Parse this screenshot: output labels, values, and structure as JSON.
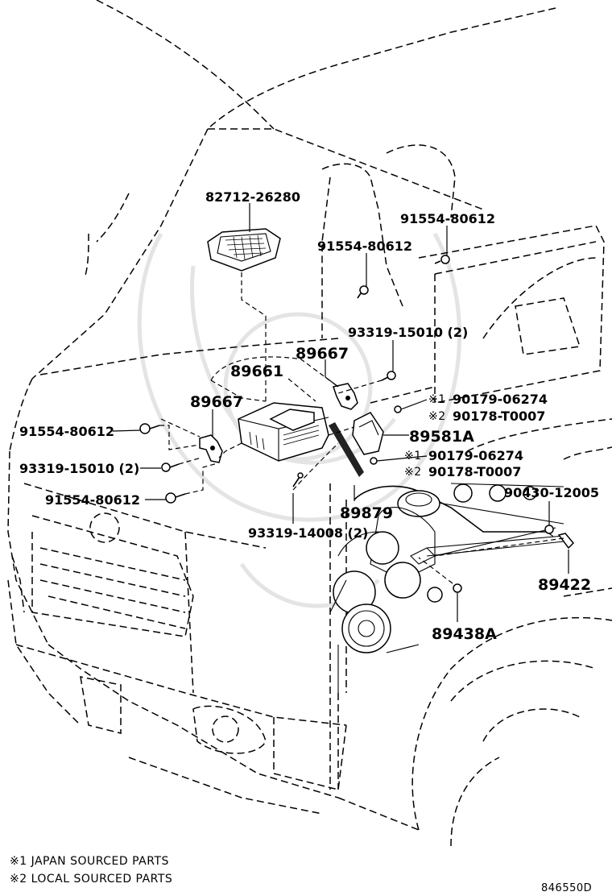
{
  "labels": {
    "p82712": "82712-26280",
    "p91554_top_right": "91554-80612",
    "p91554_top_mid": "91554-80612",
    "p93319_top": "93319-15010 (2)",
    "p89667_right": "89667",
    "p89661": "89661",
    "p89667_left": "89667",
    "p91554_left": "91554-80612",
    "p93319_left": "93319-15010 (2)",
    "p91554_left_low": "91554-80612",
    "mark1_a": "※1",
    "p90179_a": "90179-06274",
    "mark2_a": "※2",
    "p90178_a": "90178-T0007",
    "p89581A": "89581A",
    "mark1_b": "※1",
    "p90179_b": "90179-06274",
    "mark2_b": "※2",
    "p90178_b": "90178-T0007",
    "p90430": "90430-12005",
    "p89879": "89879",
    "p93319_14008": "93319-14008 (2)",
    "p89422": "89422",
    "p89438A": "89438A"
  },
  "notes": {
    "japan": "※1 JAPAN SOURCED PARTS",
    "local": "※2 LOCAL SOURCED PARTS"
  },
  "diagram_id": "846550D"
}
